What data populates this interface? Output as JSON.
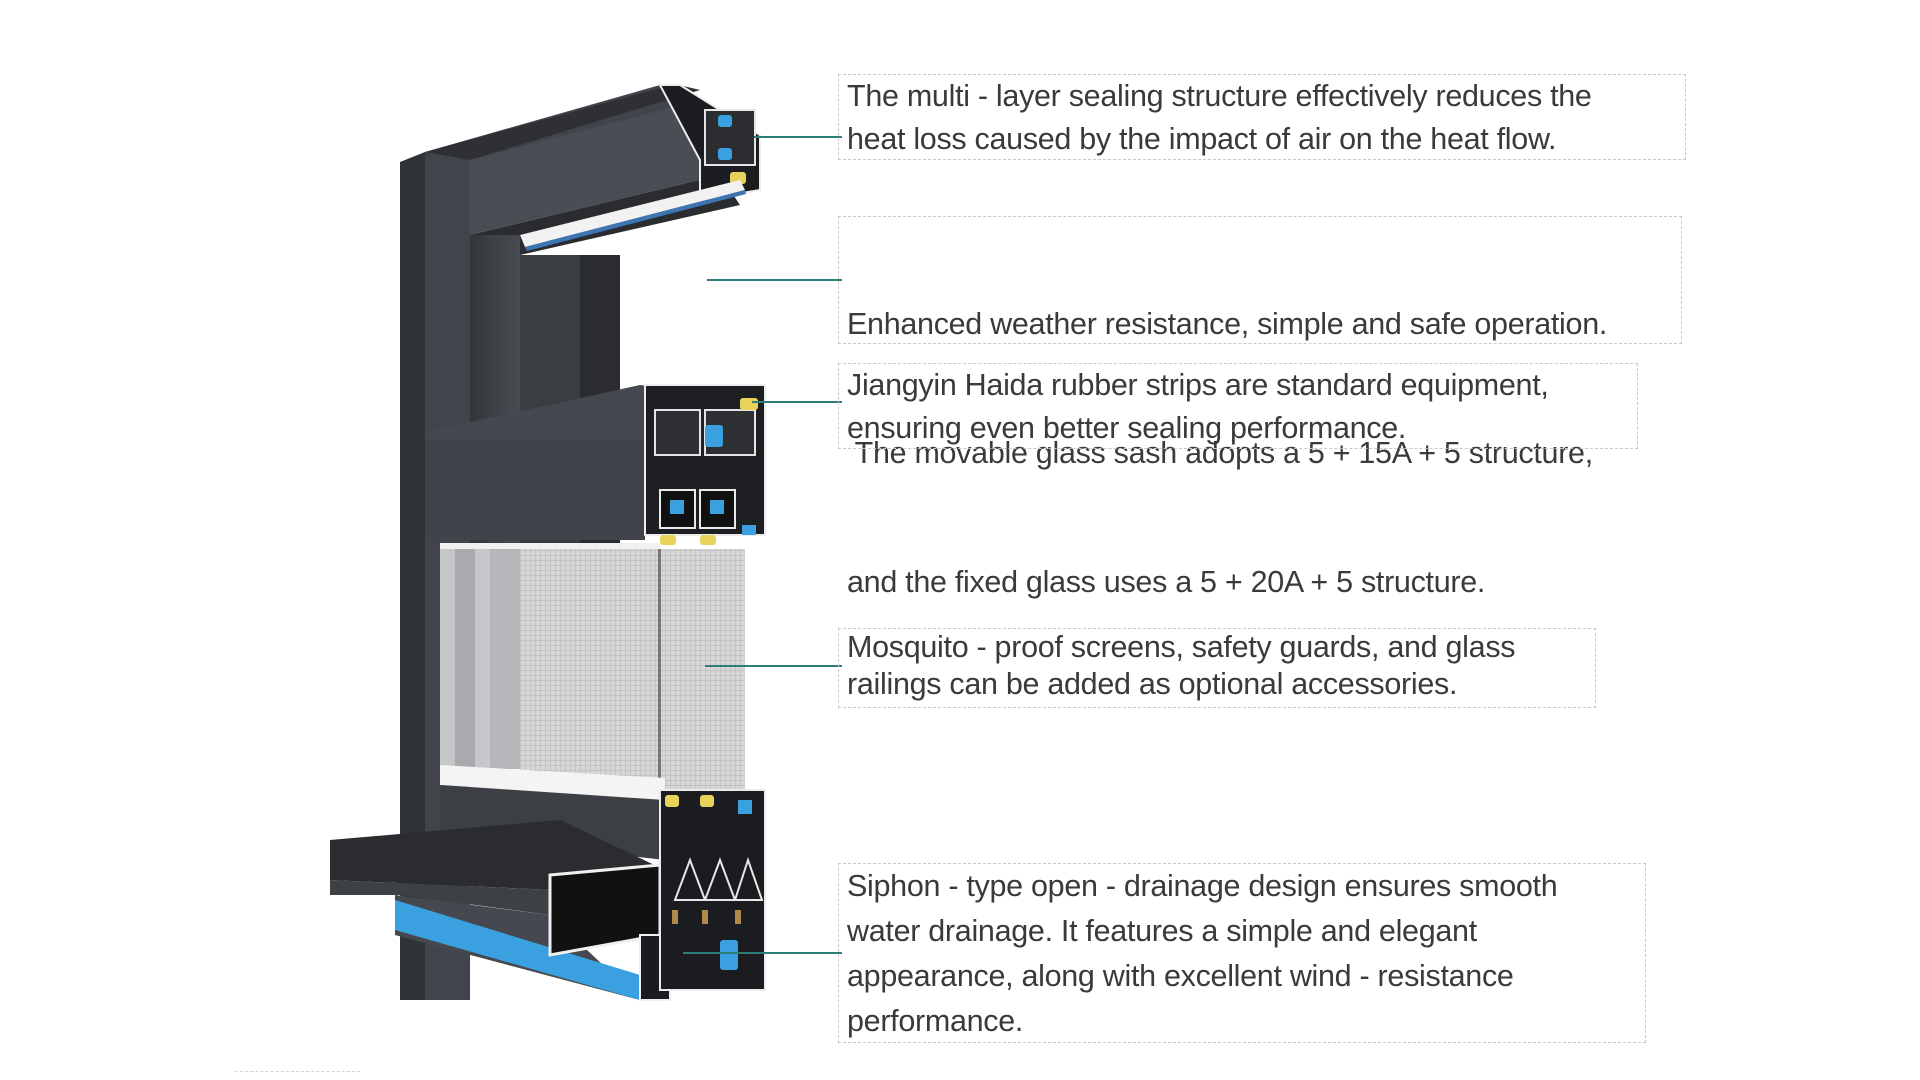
{
  "diagram": {
    "subject": "Aluminium sliding window frame cross-section",
    "colors": {
      "frame": "#3e4147",
      "frame_dark": "#26282c",
      "gasket_blue": "#3aa0e0",
      "rubber_yellow": "#e9d25a",
      "screen_mesh": "#c9c9c9",
      "leader_line": "#2e7d78",
      "callout_border": "#c8c8c8",
      "text": "#3a3a3a"
    },
    "callouts": [
      {
        "id": "sealing",
        "lines": [
          "The multi - layer sealing structure effectively reduces the",
          "heat loss caused by the impact of air on the heat flow."
        ]
      },
      {
        "id": "glass",
        "lines": [
          "Enhanced weather resistance, simple and safe operation.",
          " The movable glass sash adopts a 5 + 15A + 5 structure,",
          "and the fixed glass uses a 5 + 20A + 5 structure."
        ]
      },
      {
        "id": "rubber-strips",
        "lines": [
          "Jiangyin Haida rubber strips are standard equipment,",
          "ensuring even better sealing performance."
        ]
      },
      {
        "id": "accessories",
        "lines": [
          "Mosquito - proof screens, safety guards, and glass",
          "railings can be added as optional accessories."
        ]
      },
      {
        "id": "drainage",
        "lines": [
          "Siphon - type open - drainage design ensures smooth",
          "water drainage. It features a simple and elegant",
          "appearance, along with excellent wind - resistance",
          "performance."
        ]
      }
    ]
  }
}
